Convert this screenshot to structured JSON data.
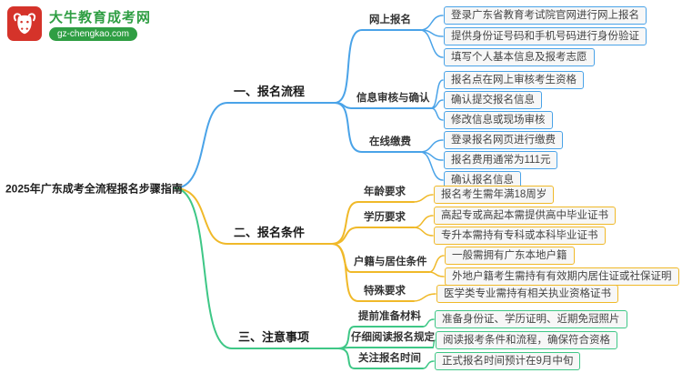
{
  "logo": {
    "brand": "大牛教育成考网",
    "domain": "gz-chengkao.com",
    "icon": "bull-icon",
    "colors": {
      "red": "#d5332a",
      "green": "#2f9e43"
    }
  },
  "root": {
    "title": "2025年广东成考全流程报名步骤指南"
  },
  "colors": {
    "branch1": "#4aa3e8",
    "branch2": "#f0b929",
    "branch3": "#3ec786"
  },
  "branches": [
    {
      "label": "一、报名流程",
      "color": "#4aa3e8",
      "children": [
        {
          "label": "网上报名",
          "leaves": [
            "登录广东省教育考试院官网进行网上报名",
            "提供身份证号码和手机号码进行身份验证",
            "填写个人基本信息及报考志愿"
          ]
        },
        {
          "label": "信息审核与确认",
          "leaves": [
            "报名点在网上审核考生资格",
            "确认提交报名信息",
            "修改信息或现场审核"
          ]
        },
        {
          "label": "在线缴费",
          "leaves": [
            "登录报名网页进行缴费",
            "报名费用通常为111元",
            "确认报名信息"
          ]
        }
      ]
    },
    {
      "label": "二、报名条件",
      "color": "#f0b929",
      "children": [
        {
          "label": "年龄要求",
          "leaves": [
            "报名考生需年满18周岁"
          ]
        },
        {
          "label": "学历要求",
          "leaves": [
            "高起专或高起本需提供高中毕业证书",
            "专升本需持有专科或本科毕业证书"
          ]
        },
        {
          "label": "户籍与居住条件",
          "leaves": [
            "一般需拥有广东本地户籍",
            "外地户籍考生需持有有效期内居住证或社保证明"
          ]
        },
        {
          "label": "特殊要求",
          "leaves": [
            "医学类专业需持有相关执业资格证书"
          ]
        }
      ]
    },
    {
      "label": "三、注意事项",
      "color": "#3ec786",
      "children": [
        {
          "label": "提前准备材料",
          "leaves": [
            "准备身份证、学历证明、近期免冠照片"
          ]
        },
        {
          "label": "仔细阅读报名规定",
          "leaves": [
            "阅读报考条件和流程，确保符合资格"
          ]
        },
        {
          "label": "关注报名时间",
          "leaves": [
            "正式报名时间预计在9月中旬"
          ]
        }
      ]
    }
  ]
}
